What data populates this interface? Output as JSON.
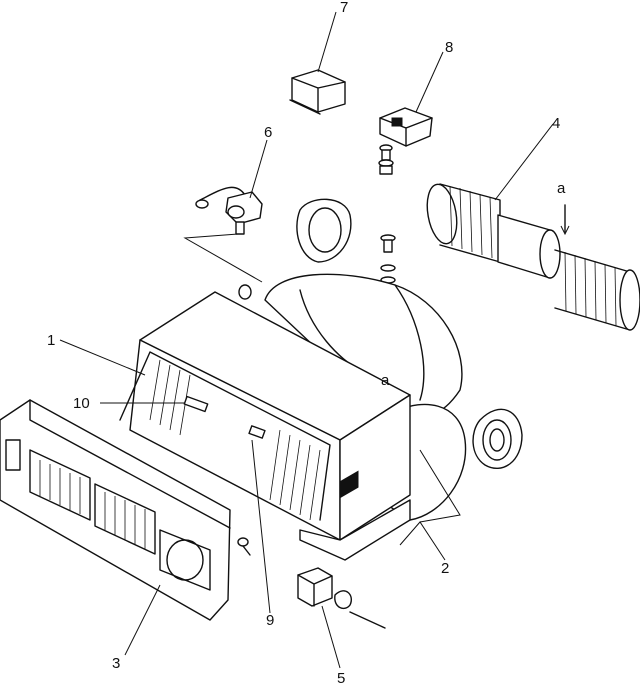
{
  "callouts": {
    "c1": "1",
    "c2": "2",
    "c3": "3",
    "c4": "4",
    "c5": "5",
    "c6": "6",
    "c7": "7",
    "c8": "8",
    "c9": "9",
    "c10": "10",
    "ca": "a",
    "ca2": "a"
  }
}
